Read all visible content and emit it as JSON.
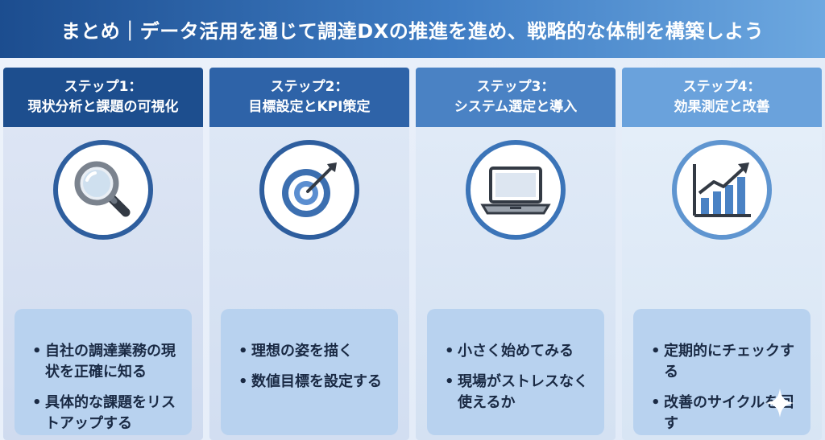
{
  "header": {
    "title": "まとめ｜データ活用を通じて調達DXの推進を進め、戦略的な体制を構築しよう"
  },
  "steps": [
    {
      "label": "ステップ1：",
      "title": "現状分析と課題の可視化",
      "icon": "magnifier-icon",
      "bullets": [
        "自社の調達業務の現状を正確に知る",
        "具体的な課題をリストアップする"
      ]
    },
    {
      "label": "ステップ2：",
      "title": "目標設定とKPI策定",
      "icon": "target-icon",
      "bullets": [
        "理想の姿を描く",
        "数値目標を設定する"
      ]
    },
    {
      "label": "ステップ3：",
      "title": "システム選定と導入",
      "icon": "laptop-icon",
      "bullets": [
        "小さく始めてみる",
        "現場がストレスなく使えるか"
      ]
    },
    {
      "label": "ステップ4：",
      "title": "効果測定と改善",
      "icon": "growth-chart-icon",
      "bullets": [
        "定期的にチェックする",
        "改善のサイクルを回す"
      ]
    }
  ],
  "colors": {
    "header_start": "#1c4d8f",
    "header_end": "#6da8e0",
    "card": "#b8d2ef",
    "icon_ring": "#2e5e9e"
  }
}
